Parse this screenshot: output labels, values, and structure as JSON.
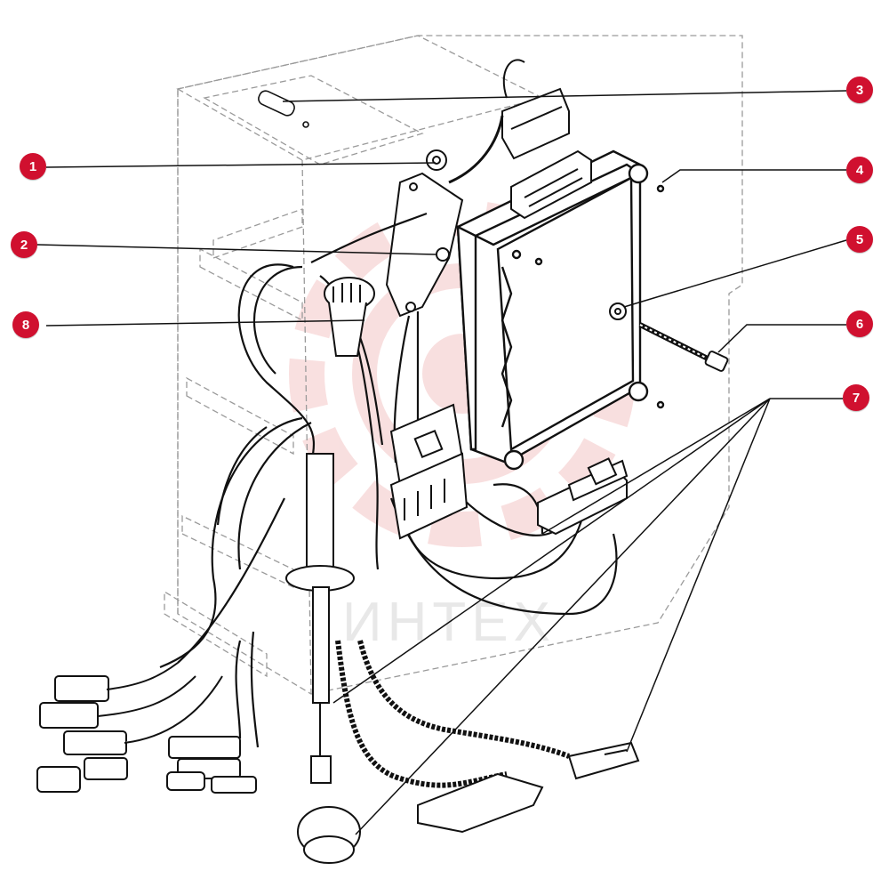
{
  "diagram": {
    "callouts": [
      {
        "id": "callout-1",
        "label": "1"
      },
      {
        "id": "callout-2",
        "label": "2"
      },
      {
        "id": "callout-3",
        "label": "3"
      },
      {
        "id": "callout-4",
        "label": "4"
      },
      {
        "id": "callout-5",
        "label": "5"
      },
      {
        "id": "callout-6",
        "label": "6"
      },
      {
        "id": "callout-7",
        "label": "7"
      },
      {
        "id": "callout-8",
        "label": "8"
      }
    ],
    "watermark": {
      "text": "ИНТЕХ"
    }
  },
  "colors": {
    "callout_fill": "#d0102f",
    "line": "#111111",
    "sketch": "#9a9a9a",
    "watermark": "#f4c6c6"
  }
}
